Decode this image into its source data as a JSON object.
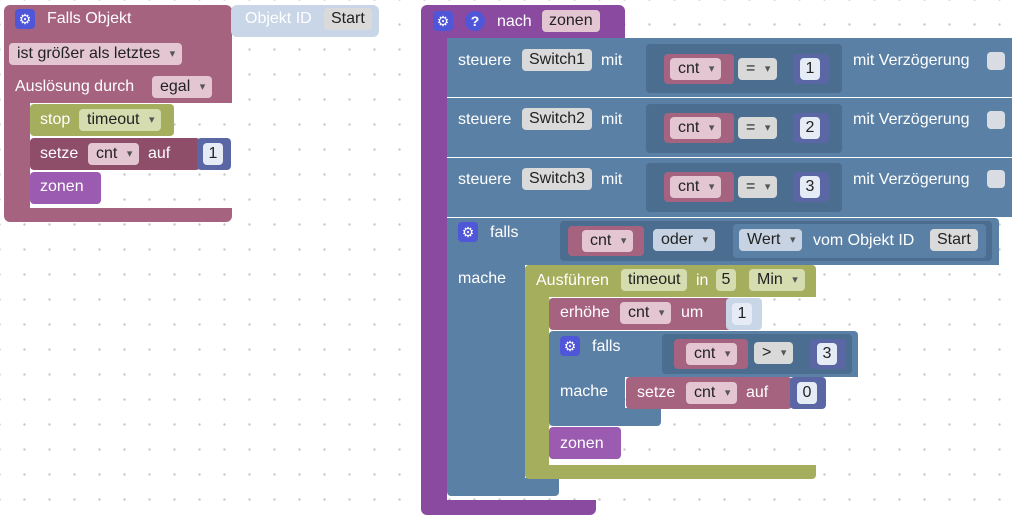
{
  "trigger": {
    "title": "Falls Objekt",
    "object_label": "Objekt ID",
    "object_value": "Start",
    "condition": "ist größer als letztes",
    "trigger_by_label": "Auslösung durch",
    "trigger_by_value": "egal",
    "stop_label": "stop",
    "stop_value": "timeout",
    "set_label": "setze",
    "set_var": "cnt",
    "set_to_label": "auf",
    "set_value": "1",
    "call_label": "zonen"
  },
  "function": {
    "title": "nach",
    "name": "zonen",
    "controls": [
      {
        "label": "steuere",
        "device": "Switch1",
        "with_label": "mit",
        "var": "cnt",
        "op": "=",
        "value": "1",
        "delay_label": "mit Verzögerung"
      },
      {
        "label": "steuere",
        "device": "Switch2",
        "with_label": "mit",
        "var": "cnt",
        "op": "=",
        "value": "2",
        "delay_label": "mit Verzögerung"
      },
      {
        "label": "steuere",
        "device": "Switch3",
        "with_label": "mit",
        "var": "cnt",
        "op": "=",
        "value": "3",
        "delay_label": "mit Verzögerung"
      }
    ],
    "if1": {
      "label": "falls",
      "var": "cnt",
      "op": "oder",
      "value_label": "Wert",
      "from_label": "vom Objekt ID",
      "object_value": "Start",
      "do_label": "mache"
    },
    "timeout": {
      "label": "Ausführen",
      "name": "timeout",
      "in_label": "in",
      "amount": "5",
      "unit": "Min"
    },
    "increment": {
      "label": "erhöhe",
      "var": "cnt",
      "by_label": "um",
      "value": "1"
    },
    "if2": {
      "label": "falls",
      "var": "cnt",
      "op": ">",
      "value": "3",
      "do_label": "mache"
    },
    "set": {
      "label": "setze",
      "var": "cnt",
      "to_label": "auf",
      "value": "0"
    },
    "call_label": "zonen"
  }
}
